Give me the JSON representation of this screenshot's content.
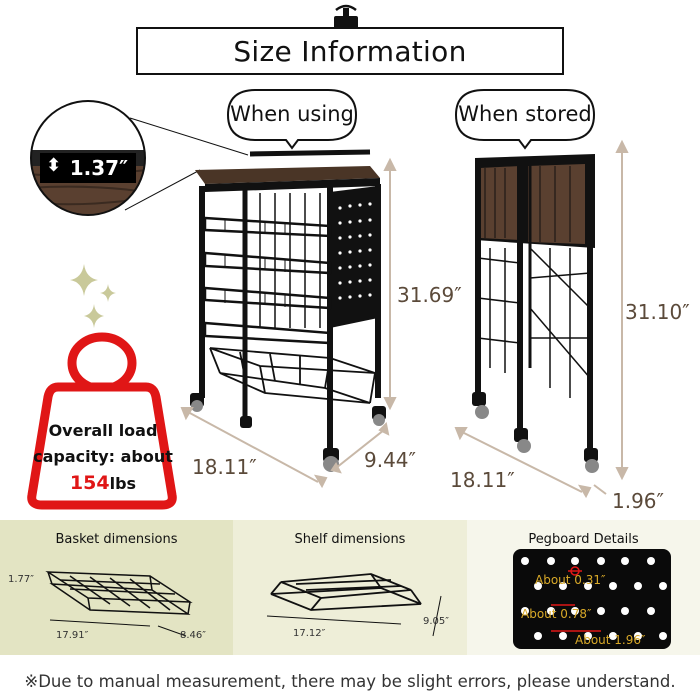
{
  "header": {
    "title": "Size Information"
  },
  "left_view": {
    "bubble_label": "When using",
    "height": "31.69″",
    "width": "18.11″",
    "depth": "9.44″",
    "top_thickness": "1.37″"
  },
  "right_view": {
    "bubble_label": "When stored",
    "height": "31.10″",
    "width": "18.11″",
    "depth": "1.96″"
  },
  "load": {
    "line1": "Overall load",
    "line2": "capacity: about",
    "value": "154",
    "unit": "lbs"
  },
  "basket": {
    "title": "Basket dimensions",
    "height": "1.77″",
    "length": "17.91″",
    "width": "8.46″"
  },
  "shelf": {
    "title": "Shelf dimensions",
    "length": "17.12″",
    "width": "9.05″"
  },
  "pegboard": {
    "title": "Pegboard Details",
    "labels": [
      "About 0.31″",
      "About 0.78″",
      "About 1.96″"
    ]
  },
  "footer": {
    "note": "※Due to manual measurement, there may be slight errors, please understand."
  },
  "colors": {
    "dimension_text": "#5b4a3a",
    "load_accent": "#e01616",
    "panel_left": "#e3e4c3",
    "panel_mid": "#eeeed8",
    "panel_right": "#f6f6eb",
    "sparkle": "#c9c99a"
  }
}
